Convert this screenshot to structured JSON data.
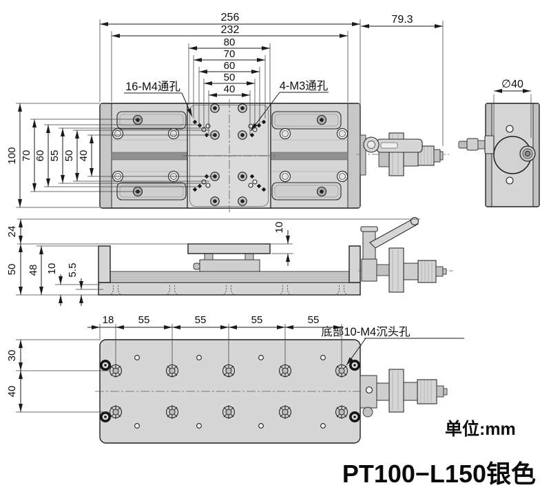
{
  "drawing": {
    "title": "PT100−L150银色",
    "units_note": "单位:mm",
    "colors": {
      "accent_green": "#2fab34",
      "line": "#1a1a1a",
      "body_fill": "#d6d6d6",
      "band_fill": "#8f8f8f"
    },
    "top_view": {
      "h_chain": [
        "256",
        "232",
        "80",
        "70",
        "60",
        "50",
        "40"
      ],
      "v_chain": [
        "100",
        "70",
        "60",
        "55",
        "50",
        "40"
      ],
      "hole_label_left": "16-M4通孔",
      "hole_label_right": "4-M3通孔"
    },
    "end_view": {
      "offset_width": "79.3",
      "diameter": "∅40"
    },
    "side_view": {
      "lever_height": "24",
      "total_height": "50",
      "body_height": "48",
      "bottom_step": "10",
      "counterbore_depth": "5.5",
      "plate_thickness": "10"
    },
    "bottom_view": {
      "edge_margin": "18",
      "pitches": [
        "55",
        "55",
        "55",
        "55"
      ],
      "row_top": "30",
      "row_gap": "40",
      "hole_label": "底部10-M4沉头孔"
    }
  }
}
